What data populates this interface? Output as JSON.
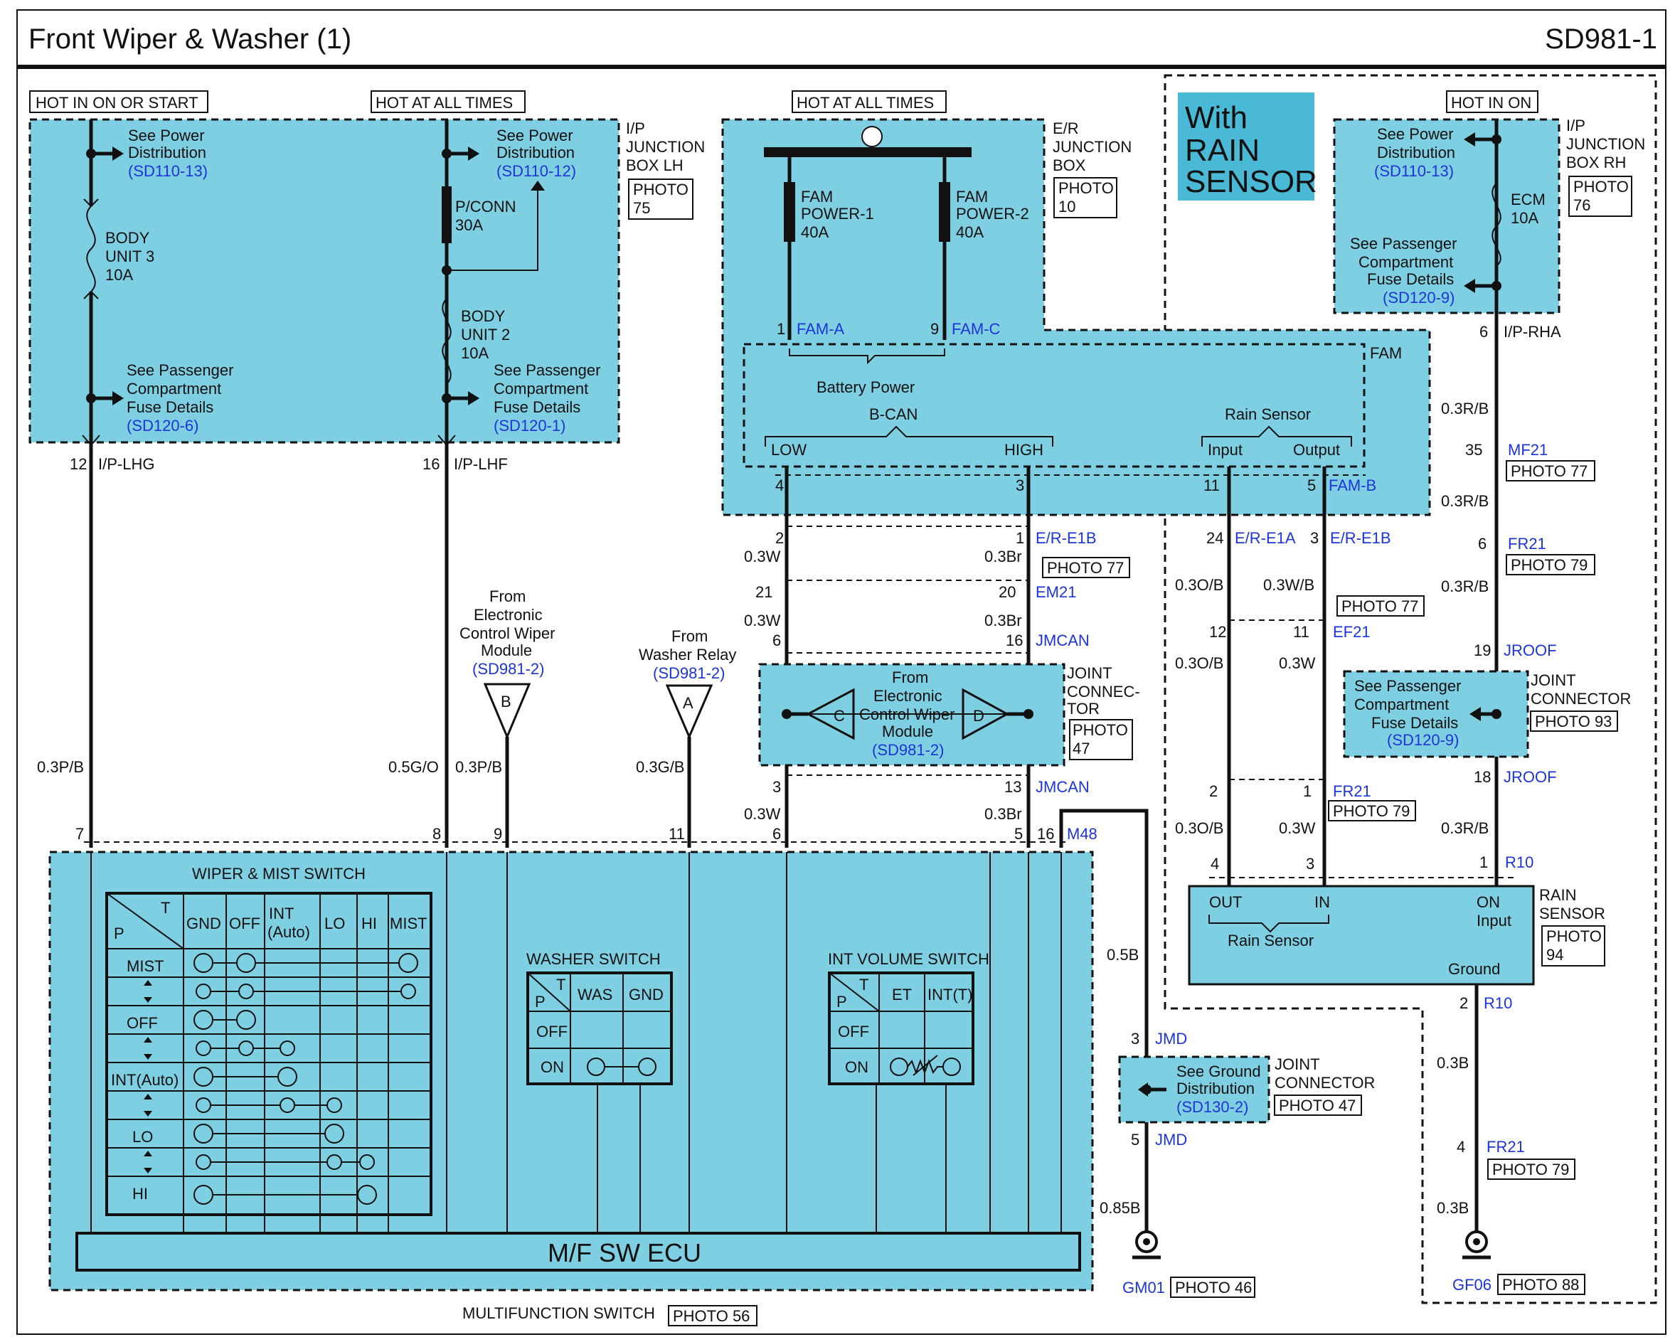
{
  "header": {
    "title": "Front Wiper & Washer (1)",
    "code": "SD981-1"
  },
  "hot": {
    "lh_on": "HOT IN ON OR START",
    "lh_all": "HOT AT ALL TIMES",
    "er_all": "HOT AT ALL TIMES",
    "rh_on": "HOT IN ON"
  },
  "ipbox_lh": {
    "label": [
      "I/P",
      "JUNCTION",
      "BOX LH"
    ],
    "photo": [
      "PHOTO",
      "75"
    ],
    "see_power_1": [
      "See Power",
      "Distribution"
    ],
    "see_power_1_ref": "(SD110-13)",
    "see_power_2": [
      "See Power",
      "Distribution"
    ],
    "see_power_2_ref": "(SD110-12)",
    "fuse1": [
      "BODY",
      "UNIT 3",
      "10A"
    ],
    "fuse_pconn": [
      "P/CONN",
      "30A"
    ],
    "fuse2": [
      "BODY",
      "UNIT 2",
      "10A"
    ],
    "see_pass_1": [
      "See Passenger",
      "Compartment",
      "Fuse Details"
    ],
    "see_pass_1_ref": "(SD120-6)",
    "see_pass_2": [
      "See Passenger",
      "Compartment",
      "Fuse Details"
    ],
    "see_pass_2_ref": "(SD120-1)",
    "pin12": "12",
    "conn12": "I/P-LHG",
    "pin16": "16",
    "conn16": "I/P-LHF"
  },
  "erbox": {
    "label": [
      "E/R",
      "JUNCTION",
      "BOX"
    ],
    "photo": [
      "PHOTO",
      "10"
    ],
    "fam1": [
      "FAM",
      "POWER-1",
      "40A"
    ],
    "fam2": [
      "FAM",
      "POWER-2",
      "40A"
    ],
    "pin1": "1",
    "famA": "FAM-A",
    "pin9": "9",
    "famC": "FAM-C"
  },
  "fam": {
    "label": "FAM",
    "battery": "Battery Power",
    "bcan": "B-CAN",
    "low": "LOW",
    "high": "HIGH",
    "rain": "Rain Sensor",
    "input": "Input",
    "output": "Output",
    "p4": "4",
    "p3": "3",
    "p11": "11",
    "p5": "5",
    "famB": "FAM-B"
  },
  "rain_header": [
    "With",
    "RAIN",
    "SENSOR"
  ],
  "iprh": {
    "label": [
      "I/P",
      "JUNCTION",
      "BOX RH"
    ],
    "photo": [
      "PHOTO",
      "76"
    ],
    "see_power": [
      "See Power",
      "Distribution"
    ],
    "see_power_ref": "(SD110-13)",
    "fuse": [
      "ECM",
      "10A"
    ],
    "see_pass": [
      "See Passenger",
      "Compartment",
      "Fuse Details"
    ],
    "see_pass_ref": "(SD120-9)",
    "pin6": "6",
    "conn": "I/P-RHA"
  },
  "rhwire": {
    "w1": "0.3R/B",
    "p35": "35",
    "mf21": "MF21",
    "photo77": "PHOTO 77",
    "w2": "0.3R/B",
    "p6": "6",
    "fr21": "FR21",
    "photo79": "PHOTO 79",
    "w3": "0.3R/B",
    "p19": "19",
    "jroof": "JROOF",
    "jc_label": [
      "JOINT",
      "CONNECTOR"
    ],
    "jc_photo": "PHOTO 93",
    "jc_see": [
      "See Passenger",
      "Compartment",
      "Fuse Details"
    ],
    "jc_ref": "(SD120-9)",
    "p18": "18",
    "jroof2": "JROOF",
    "w4": "0.3R/B",
    "p1": "1",
    "r10": "R10"
  },
  "midwires": {
    "p2": "2",
    "p1": "1",
    "ere1b": "E/R-E1B",
    "w03w": "0.3W",
    "w03br": "0.3Br",
    "photo77": "PHOTO 77",
    "p21": "21",
    "p20": "20",
    "em21": "EM21",
    "w03w2": "0.3W",
    "w03br2": "0.3Br",
    "p6": "6",
    "p16": "16",
    "jmcan": "JMCAN",
    "jc_label": [
      "JOINT",
      "CONNEC-",
      "TOR"
    ],
    "jc_photo": [
      "PHOTO",
      "47"
    ],
    "from": [
      "From",
      "Electronic",
      "Control Wiper",
      "Module"
    ],
    "from_ref": "(SD981-2)",
    "c": "C",
    "d": "D",
    "p3": "3",
    "p13": "13",
    "jmcan2": "JMCAN",
    "w03w3": "0.3W",
    "w03br3": "0.3Br",
    "p6b": "6",
    "p5": "5",
    "p16b": "16",
    "m48": "M48"
  },
  "rainwires": {
    "p24": "24",
    "ere1a": "E/R-E1A",
    "p3": "3",
    "ere1b": "E/R-E1B",
    "w1": "0.3O/B",
    "w2": "0.3W/B",
    "photo77": "PHOTO 77",
    "p12": "12",
    "p11": "11",
    "ef21": "EF21",
    "w3": "0.3O/B",
    "w4": "0.3W",
    "p2": "2",
    "p1": "1",
    "fr21": "FR21",
    "photo79": "PHOTO 79",
    "w5": "0.3O/B",
    "w6": "0.3W",
    "p4": "4",
    "p3b": "3"
  },
  "rain_sensor": {
    "out": "OUT",
    "in": "IN",
    "on": "ON",
    "input": "Input",
    "name": "Rain Sensor",
    "ground": "Ground",
    "label": [
      "RAIN",
      "SENSOR"
    ],
    "photo": [
      "PHOTO",
      "94"
    ],
    "p2": "2",
    "r10": "R10",
    "w": "0.3B",
    "p4": "4",
    "fr21": "FR21",
    "photo79": "PHOTO 79",
    "w2": "0.3B",
    "gf06": "GF06",
    "photo88": "PHOTO 88"
  },
  "left_from": {
    "b_from": [
      "From",
      "Electronic",
      "Control Wiper",
      "Module"
    ],
    "b_ref": "(SD981-2)",
    "b": "B",
    "a_from": [
      "From",
      "Washer Relay"
    ],
    "a_ref": "(SD981-2)",
    "a": "A"
  },
  "wire_labels": {
    "w7": "0.3P/B",
    "w8": "0.5G/O",
    "w9": "0.3P/B",
    "w11": "0.3G/B",
    "p7": "7",
    "p8": "8",
    "p9": "9",
    "p11": "11"
  },
  "ground_left": {
    "w1": "0.5B",
    "p3": "3",
    "jmd": "JMD",
    "see": [
      "See Ground",
      "Distribution"
    ],
    "ref": "(SD130-2)",
    "jc_label": [
      "JOINT",
      "CONNECTOR"
    ],
    "jc_photo": "PHOTO 47",
    "p5": "5",
    "jmd2": "JMD",
    "w2": "0.85B",
    "gm01": "GM01",
    "photo46": "PHOTO 46"
  },
  "switch": {
    "wiper_title": "WIPER & MIST SWITCH",
    "cols": [
      "GND",
      "OFF",
      "INT (Auto)",
      "LO",
      "HI",
      "MIST"
    ],
    "rows": [
      "MIST",
      "OFF",
      "INT(Auto)",
      "LO",
      "HI"
    ],
    "p": "P",
    "t": "T",
    "washer_title": "WASHER SWITCH",
    "was": "WAS",
    "gnd": "GND",
    "off": "OFF",
    "on": "ON",
    "int_title": "INT VOLUME SWITCH",
    "et": "ET",
    "intt": "INT(T)",
    "ecu": "M/F SW ECU",
    "footer": "MULTIFUNCTION SWITCH",
    "footer_photo": "PHOTO 56"
  }
}
